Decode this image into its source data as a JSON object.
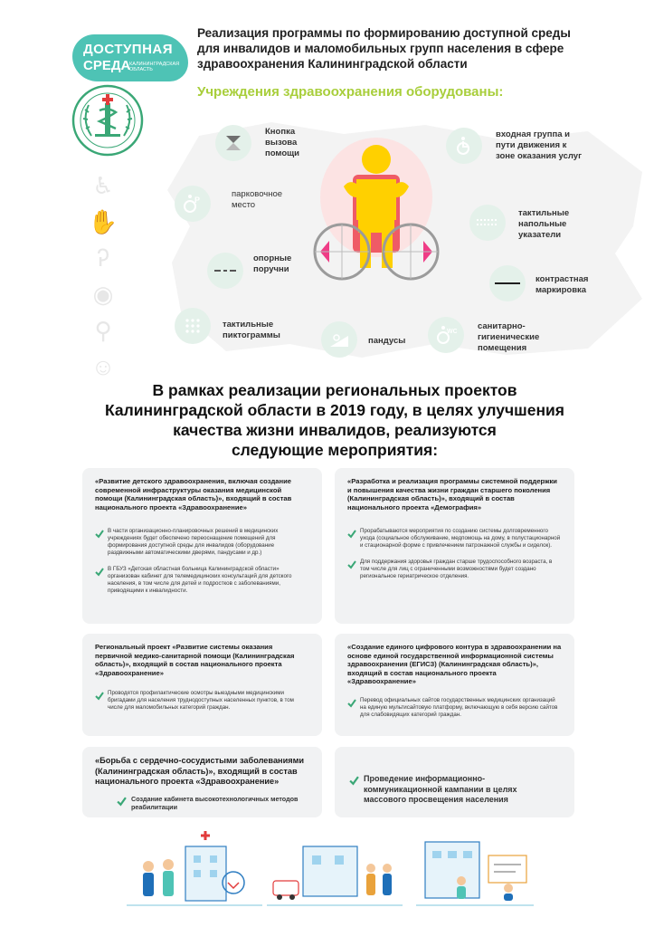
{
  "header": {
    "logo_line1": "ДОСТУПНАЯ",
    "logo_line2": "СРЕДА",
    "logo_region": "КАЛИНИНГРАДСКАЯ ОБЛАСТЬ",
    "title_lines": [
      "Реализация программы по формированию доступной среды",
      "для инвалидов и маломобильных групп населения в сфере",
      "здравоохранения Калининградской области"
    ],
    "subtitle": "Учреждения здравоохранения оборудованы:"
  },
  "features": [
    {
      "label": "Кнопка вызова помощи",
      "icon": "call-button-icon"
    },
    {
      "label": "парковочное место",
      "icon": "parking-icon"
    },
    {
      "label": "опорные поручни",
      "icon": "handrails-icon"
    },
    {
      "label": "тактильные пиктограммы",
      "icon": "tactile-pictogram-icon"
    },
    {
      "label": "пандусы",
      "icon": "ramp-icon"
    },
    {
      "label": "санитарно-гигиенические помещения",
      "icon": "wc-icon"
    },
    {
      "label": "контрастная маркировка",
      "icon": "contrast-marking-icon"
    },
    {
      "label": "тактильные напольные указатели",
      "icon": "tactile-floor-icon"
    },
    {
      "label": "входная группа и пути движения к зоне оказания услуг",
      "icon": "entrance-icon"
    }
  ],
  "middle_heading": [
    "В рамках реализации  региональных проектов",
    "Калининградской области в 2019 году, в целях улучшения",
    "качества жизни инвалидов, реализуются",
    "следующие мероприятия:"
  ],
  "cards": {
    "c1": {
      "title": "«Развитие детского здравоохранения, включая создание современной инфраструктуры оказания медицинской помощи (Калининградская область)», входящий в состав национального проекта «Здравоохранение»",
      "items": [
        "В части организационно-планировочных решений в медицинских учреждениях будет обеспечено переоснащение помещений для формирования доступной среды для инвалидов (оборудование раздвижными автоматическими дверями, пандусами и др.)",
        "В ГБУЗ «Детская областная больница Калининградской области» организован кабинет для телемедицинских консультаций для детского населения, в том числе для детей и подростков с заболеваниями, приводящими к инвалидности."
      ]
    },
    "c2": {
      "title": "«Разработка и реализация программы системной поддержки и повышения качества жизни граждан старшего поколения (Калининградская область)», входящий в состав национального проекта «Демография»",
      "items": [
        "Прорабатываются мероприятия по созданию системы долговременного ухода (социальное обслуживание, медпомощь на дому, в полустационарной и стационарной форме с привлечением патронажной службы и сиделок).",
        "Для поддержания здоровья граждан старше трудоспособного возраста, в том числе для лиц с ограниченными возможностями будет создано региональное гериатрическое отделения."
      ]
    },
    "c3": {
      "title": "Региональный проект «Развитие системы оказания первичной медико-санитарной помощи (Калининградская область)», входящий в состав национального проекта «Здравоохранение»",
      "items": [
        "Проводятся профилактические осмотры выездными медицинскими бригадами для населения труднодоступных населенных пунктов, в том числе для маломобильных категорий граждан."
      ]
    },
    "c4": {
      "title": "«Создание единого цифрового контура в здравоохранении на основе единой государственной информационной системы здравоохранения (ЕГИСЗ) (Калининградская область)», входящий в состав национального проекта «Здравоохранение»",
      "items": [
        "Перевод официальных сайтов государственных медицинских организаций на единую мультисайтовую платформу, включающую в себя версию сайтов для слабовидящих категорий граждан."
      ]
    },
    "c5": {
      "title": "«Борьба с сердечно-сосудистыми заболеваниями (Калининградская область)», входящий в состав национального проекта «Здравоохранение»",
      "items": [
        "Создание кабинета высокотехнологичных методов реабилитации"
      ]
    },
    "c6": {
      "items": [
        "Проведение информационно-коммуникационной кампании в целях массового просвещения населения"
      ]
    }
  },
  "colors": {
    "teal": "#4ec3b5",
    "lime": "#a8ce3b",
    "green": "#3aa776",
    "mint": "#e4f1ea",
    "card_bg": "#f1f2f3"
  }
}
